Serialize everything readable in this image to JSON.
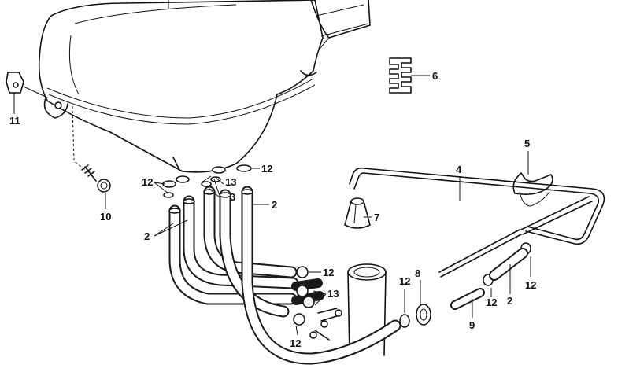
{
  "labels": {
    "l11": "11",
    "l10": "10",
    "l6": "6",
    "l5": "5",
    "l4": "4",
    "l7": "7",
    "l12a": "12",
    "l13a": "13",
    "l12b": "12",
    "l3": "3",
    "l2a": "2",
    "l2b": "2",
    "l12c": "12",
    "l13b": "13",
    "l12d": "12",
    "l12e": "12",
    "l8": "8",
    "l9": "9",
    "l12f": "12",
    "l2c": "2",
    "l12g": "12"
  }
}
